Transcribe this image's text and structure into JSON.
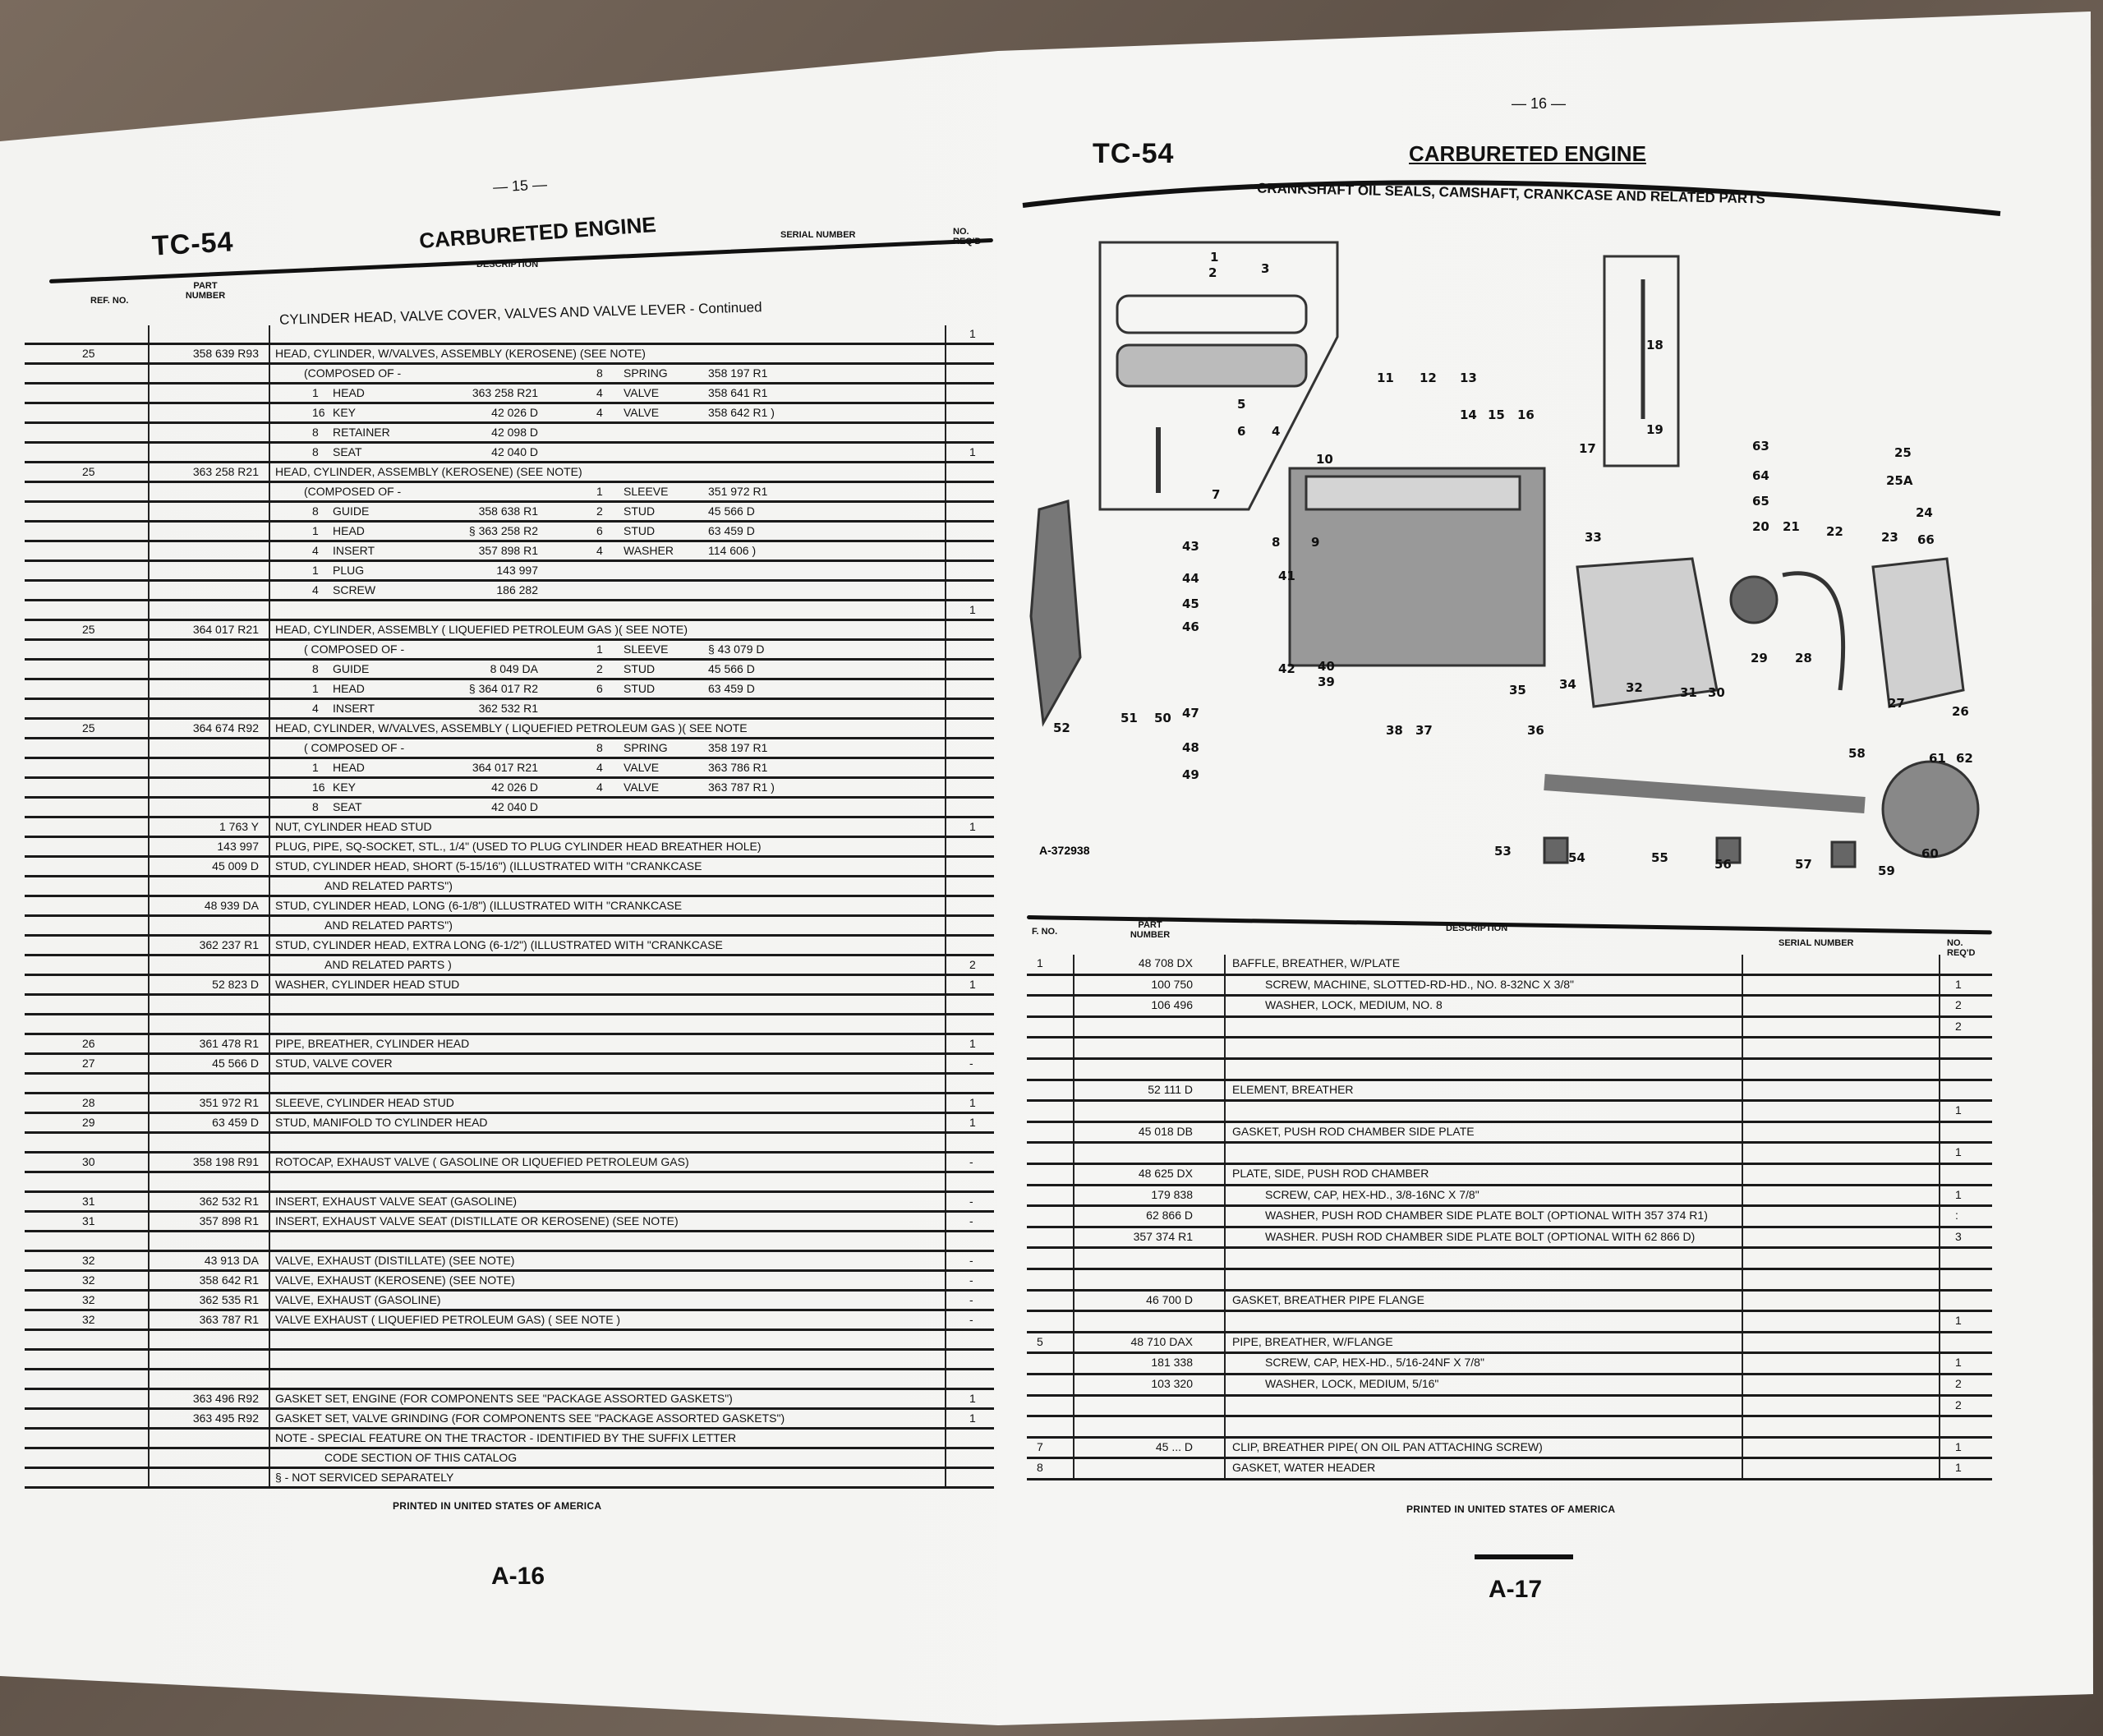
{
  "left": {
    "page_number": "— 15 —",
    "model": "TC-54",
    "title": "CARBURETED ENGINE",
    "headers": {
      "ref": "REF. NO.",
      "part": "PART NUMBER",
      "description": "DESCRIPTION",
      "serial": "SERIAL NUMBER",
      "qty": "NO. REQ'D"
    },
    "section_title": "CYLINDER HEAD, VALVE COVER, VALVES AND VALVE LEVER - Continued",
    "rows": [
      {
        "ref": "",
        "part": "",
        "desc": "",
        "qty": "1",
        "section": true
      },
      {
        "ref": "25",
        "part": "358 639 R93",
        "desc": "HEAD, CYLINDER, W/VALVES, ASSEMBLY (KEROSENE) (SEE NOTE)",
        "qty": ""
      },
      {
        "composed": "(COMPOSED OF -",
        "sub": [
          "",
          "",
          "",
          "8",
          "SPRING",
          "358 197 R1"
        ]
      },
      {
        "sub": [
          "1",
          "HEAD",
          "363 258 R21",
          "4",
          "VALVE",
          "358 641 R1"
        ]
      },
      {
        "sub": [
          "16",
          "KEY",
          "42 026 D",
          "4",
          "VALVE",
          "358 642 R1 )"
        ]
      },
      {
        "sub": [
          "8",
          "RETAINER",
          "42 098 D",
          "",
          "",
          ""
        ]
      },
      {
        "sub": [
          "8",
          "SEAT",
          "42 040 D",
          "",
          "",
          ""
        ],
        "qty": "1"
      },
      {
        "ref": "25",
        "part": "363 258 R21",
        "desc": "HEAD, CYLINDER, ASSEMBLY (KEROSENE) (SEE NOTE)",
        "qty": ""
      },
      {
        "composed": "(COMPOSED OF -",
        "sub": [
          "",
          "",
          "",
          "1",
          "SLEEVE",
          "351 972 R1"
        ]
      },
      {
        "sub": [
          "8",
          "GUIDE",
          "358 638 R1",
          "2",
          "STUD",
          "45 566 D"
        ]
      },
      {
        "sub": [
          "1",
          "HEAD",
          "§ 363 258 R2",
          "6",
          "STUD",
          "63 459 D"
        ]
      },
      {
        "sub": [
          "4",
          "INSERT",
          "357 898 R1",
          "4",
          "WASHER",
          "114 606 )"
        ]
      },
      {
        "sub": [
          "1",
          "PLUG",
          "143 997",
          "",
          "",
          ""
        ]
      },
      {
        "sub": [
          "4",
          "SCREW",
          "186 282",
          "",
          "",
          ""
        ]
      },
      {
        "ref": "",
        "part": "",
        "desc": "",
        "qty": "1"
      },
      {
        "ref": "25",
        "part": "364 017 R21",
        "desc": "HEAD, CYLINDER, ASSEMBLY ( LIQUEFIED PETROLEUM GAS )( SEE NOTE)",
        "qty": ""
      },
      {
        "composed": "( COMPOSED OF -",
        "sub": [
          "",
          "",
          "",
          "1",
          "SLEEVE",
          "§ 43 079 D"
        ]
      },
      {
        "sub": [
          "8",
          "GUIDE",
          "8 049 DA",
          "2",
          "STUD",
          "45 566 D"
        ]
      },
      {
        "sub": [
          "1",
          "HEAD",
          "§ 364 017 R2",
          "6",
          "STUD",
          "63 459 D"
        ]
      },
      {
        "sub": [
          "4",
          "INSERT",
          "362 532 R1",
          "",
          "",
          ""
        ]
      },
      {
        "ref": "25",
        "part": "364 674 R92",
        "desc": "HEAD, CYLINDER, W/VALVES, ASSEMBLY ( LIQUEFIED PETROLEUM GAS )( SEE NOTE",
        "qty": ""
      },
      {
        "composed": "( COMPOSED OF -",
        "sub": [
          "",
          "",
          "",
          "8",
          "SPRING",
          "358 197 R1"
        ]
      },
      {
        "sub": [
          "1",
          "HEAD",
          "364 017 R21",
          "4",
          "VALVE",
          "363 786 R1"
        ]
      },
      {
        "sub": [
          "16",
          "KEY",
          "42 026 D",
          "4",
          "VALVE",
          "363 787 R1 )"
        ]
      },
      {
        "sub": [
          "8",
          "SEAT",
          "42 040 D",
          "",
          "",
          ""
        ]
      },
      {
        "ref": "",
        "part": "1 763 Y",
        "desc": "NUT, CYLINDER HEAD STUD",
        "qty": "1"
      },
      {
        "ref": "",
        "part": "143 997",
        "desc": "PLUG, PIPE, SQ-SOCKET, STL., 1/4\" (USED TO PLUG CYLINDER HEAD BREATHER HOLE)",
        "qty": ""
      },
      {
        "ref": "",
        "part": "45 009 D",
        "desc": "STUD, CYLINDER HEAD, SHORT (5-15/16\") (ILLUSTRATED WITH \"CRANKCASE",
        "qty": ""
      },
      {
        "ref": "",
        "part": "",
        "desc": "AND RELATED PARTS\")",
        "qty": "",
        "cont": true
      },
      {
        "ref": "",
        "part": "48 939 DA",
        "desc": "STUD, CYLINDER HEAD, LONG (6-1/8\") (ILLUSTRATED WITH \"CRANKCASE",
        "qty": ""
      },
      {
        "ref": "",
        "part": "",
        "desc": "AND RELATED PARTS\")",
        "qty": "",
        "cont": true
      },
      {
        "ref": "",
        "part": "362 237 R1",
        "desc": "STUD, CYLINDER HEAD, EXTRA LONG (6-1/2\") (ILLUSTRATED WITH \"CRANKCASE",
        "qty": ""
      },
      {
        "ref": "",
        "part": "",
        "desc": "AND RELATED PARTS )",
        "qty": "2",
        "cont": true
      },
      {
        "ref": "",
        "part": "52 823 D",
        "desc": "WASHER, CYLINDER HEAD STUD",
        "qty": "1"
      },
      {
        "ref": "",
        "part": "",
        "desc": "",
        "qty": ""
      },
      {
        "ref": "",
        "part": "",
        "desc": "",
        "qty": ""
      },
      {
        "ref": "26",
        "part": "361 478 R1",
        "desc": "PIPE, BREATHER, CYLINDER HEAD",
        "qty": "1"
      },
      {
        "ref": "27",
        "part": "45 566 D",
        "desc": "STUD, VALVE COVER",
        "qty": "-"
      },
      {
        "ref": "",
        "part": "",
        "desc": "",
        "qty": ""
      },
      {
        "ref": "28",
        "part": "351 972 R1",
        "desc": "SLEEVE, CYLINDER HEAD STUD",
        "qty": "1"
      },
      {
        "ref": "29",
        "part": "63 459 D",
        "desc": "STUD, MANIFOLD TO CYLINDER HEAD",
        "qty": "1"
      },
      {
        "ref": "",
        "part": "",
        "desc": "",
        "qty": ""
      },
      {
        "ref": "30",
        "part": "358 198 R91",
        "desc": "ROTOCAP, EXHAUST VALVE ( GASOLINE OR LIQUEFIED PETROLEUM GAS)",
        "qty": "-"
      },
      {
        "ref": "",
        "part": "",
        "desc": "",
        "qty": ""
      },
      {
        "ref": "31",
        "part": "362 532 R1",
        "desc": "INSERT, EXHAUST VALVE SEAT (GASOLINE)",
        "qty": "-"
      },
      {
        "ref": "31",
        "part": "357 898 R1",
        "desc": "INSERT, EXHAUST VALVE SEAT (DISTILLATE OR KEROSENE) (SEE NOTE)",
        "qty": "-"
      },
      {
        "ref": "",
        "part": "",
        "desc": "",
        "qty": ""
      },
      {
        "ref": "32",
        "part": "43 913 DA",
        "desc": "VALVE, EXHAUST (DISTILLATE) (SEE NOTE)",
        "qty": "-"
      },
      {
        "ref": "32",
        "part": "358 642 R1",
        "desc": "VALVE, EXHAUST (KEROSENE) (SEE NOTE)",
        "qty": "-"
      },
      {
        "ref": "32",
        "part": "362 535 R1",
        "desc": "VALVE, EXHAUST (GASOLINE)",
        "qty": "-"
      },
      {
        "ref": "32",
        "part": "363 787 R1",
        "desc": "VALVE EXHAUST ( LIQUEFIED PETROLEUM GAS) ( SEE NOTE )",
        "qty": "-"
      },
      {
        "ref": "",
        "part": "",
        "desc": "",
        "qty": ""
      },
      {
        "ref": "",
        "part": "",
        "desc": "",
        "qty": ""
      },
      {
        "ref": "",
        "part": "",
        "desc": "",
        "qty": ""
      },
      {
        "ref": "",
        "part": "363 496 R92",
        "desc": "GASKET SET, ENGINE (FOR COMPONENTS SEE \"PACKAGE ASSORTED GASKETS\")",
        "qty": "1"
      },
      {
        "ref": "",
        "part": "363 495 R92",
        "desc": "GASKET SET, VALVE GRINDING (FOR COMPONENTS SEE \"PACKAGE ASSORTED GASKETS\")",
        "qty": "1"
      },
      {
        "ref": "",
        "part": "",
        "desc": "NOTE - SPECIAL FEATURE ON THE TRACTOR - IDENTIFIED BY THE SUFFIX LETTER",
        "qty": ""
      },
      {
        "ref": "",
        "part": "",
        "desc": "CODE SECTION OF THIS CATALOG",
        "qty": "",
        "cont": true
      },
      {
        "ref": "",
        "part": "",
        "desc": "§ - NOT SERVICED SEPARATELY",
        "qty": ""
      }
    ],
    "footer": "PRINTED IN UNITED STATES OF AMERICA",
    "page_label": "A-16"
  },
  "right": {
    "page_number": "— 16 —",
    "model": "TC-54",
    "title": "CARBURETED ENGINE",
    "subtitle": "CRANKSHAFT OIL SEALS, CAMSHAFT, CRANKCASE AND RELATED PARTS",
    "diagram_id": "A-372938",
    "callouts": [
      "1",
      "2",
      "3",
      "4",
      "5",
      "6",
      "7",
      "8",
      "9",
      "10",
      "11",
      "12",
      "13",
      "14",
      "15",
      "16",
      "17",
      "18",
      "19",
      "20",
      "21",
      "22",
      "23",
      "24",
      "25",
      "25A",
      "26",
      "27",
      "28",
      "29",
      "30",
      "31",
      "32",
      "33",
      "34",
      "35",
      "36",
      "37",
      "38",
      "39",
      "40",
      "41",
      "42",
      "43",
      "44",
      "45",
      "46",
      "47",
      "48",
      "49",
      "50",
      "51",
      "52",
      "53",
      "54",
      "55",
      "56",
      "57",
      "58",
      "59",
      "60",
      "61",
      "62",
      "63",
      "64",
      "65",
      "66"
    ],
    "headers": {
      "ref": "F. NO.",
      "part": "PART NUMBER",
      "description": "DESCRIPTION",
      "serial": "SERIAL NUMBER",
      "qty": "NO. REQ'D"
    },
    "rows": [
      {
        "ref": "1",
        "part": "48 708 DX",
        "desc": "BAFFLE, BREATHER, W/PLATE",
        "qty": ""
      },
      {
        "ref": "",
        "part": "100 750",
        "desc": "SCREW, MACHINE, SLOTTED-RD-HD., No. 8-32NC x 3/8\"",
        "qty": "1",
        "indent": true
      },
      {
        "ref": "",
        "part": "106 496",
        "desc": "WASHER, LOCK, MEDIUM, No. 8",
        "qty": "2",
        "indent": true
      },
      {
        "ref": "",
        "part": "",
        "desc": "",
        "qty": "2"
      },
      {
        "ref": "",
        "part": "",
        "desc": "",
        "qty": ""
      },
      {
        "ref": "",
        "part": "",
        "desc": "",
        "qty": ""
      },
      {
        "ref": "",
        "part": "52 111 D",
        "desc": "ELEMENT, BREATHER",
        "qty": ""
      },
      {
        "ref": "",
        "part": "",
        "desc": "",
        "qty": "1"
      },
      {
        "ref": "",
        "part": "45 018 DB",
        "desc": "GASKET, PUSH ROD CHAMBER SIDE PLATE",
        "qty": ""
      },
      {
        "ref": "",
        "part": "",
        "desc": "",
        "qty": "1"
      },
      {
        "ref": "",
        "part": "48 625 DX",
        "desc": "PLATE, SIDE, PUSH ROD CHAMBER",
        "qty": ""
      },
      {
        "ref": "",
        "part": "179 838",
        "desc": "SCREW, CAP, HEX-HD., 3/8-16NC x 7/8\"",
        "qty": "1",
        "indent": true
      },
      {
        "ref": "",
        "part": "62 866 D",
        "desc": "WASHER, PUSH ROD CHAMBER SIDE PLATE BOLT (OPTIONAL WITH 357 374 R1)",
        "qty": ":",
        "indent": true
      },
      {
        "ref": "",
        "part": "357 374 R1",
        "desc": "WASHER. PUSH ROD CHAMBER SIDE PLATE BOLT (OPTIONAL WITH 62 866 D)",
        "qty": "3",
        "indent": true
      },
      {
        "ref": "",
        "part": "",
        "desc": "",
        "qty": ""
      },
      {
        "ref": "",
        "part": "",
        "desc": "",
        "qty": ""
      },
      {
        "ref": "",
        "part": "46 700 D",
        "desc": "GASKET, BREATHER PIPE FLANGE",
        "qty": ""
      },
      {
        "ref": "",
        "part": "",
        "desc": "",
        "qty": "1"
      },
      {
        "ref": "5",
        "part": "48 710 DAX",
        "desc": "PIPE, BREATHER, W/FLANGE",
        "qty": ""
      },
      {
        "ref": "",
        "part": "181 338",
        "desc": "SCREW, CAP, HEX-HD., 5/16-24NF x 7/8\"",
        "qty": "1",
        "indent": true
      },
      {
        "ref": "",
        "part": "103 320",
        "desc": "WASHER, LOCK, MEDIUM, 5/16\"",
        "qty": "2",
        "indent": true
      },
      {
        "ref": "",
        "part": "",
        "desc": "",
        "qty": "2"
      },
      {
        "ref": "",
        "part": "",
        "desc": "",
        "qty": ""
      },
      {
        "ref": "7",
        "part": "45 ... D",
        "desc": "CLIP, BREATHER PIPE( ON OIL PAN ATTACHING SCREW)",
        "qty": "1"
      },
      {
        "ref": "8",
        "part": "",
        "desc": "GASKET, WATER HEADER",
        "qty": "1"
      }
    ],
    "footer": "PRINTED IN UNITED STATES OF AMERICA",
    "page_label": "A-17"
  },
  "colors": {
    "paper": "#f4f4f2",
    "ink": "#111111",
    "wood": "#6b5e52"
  }
}
